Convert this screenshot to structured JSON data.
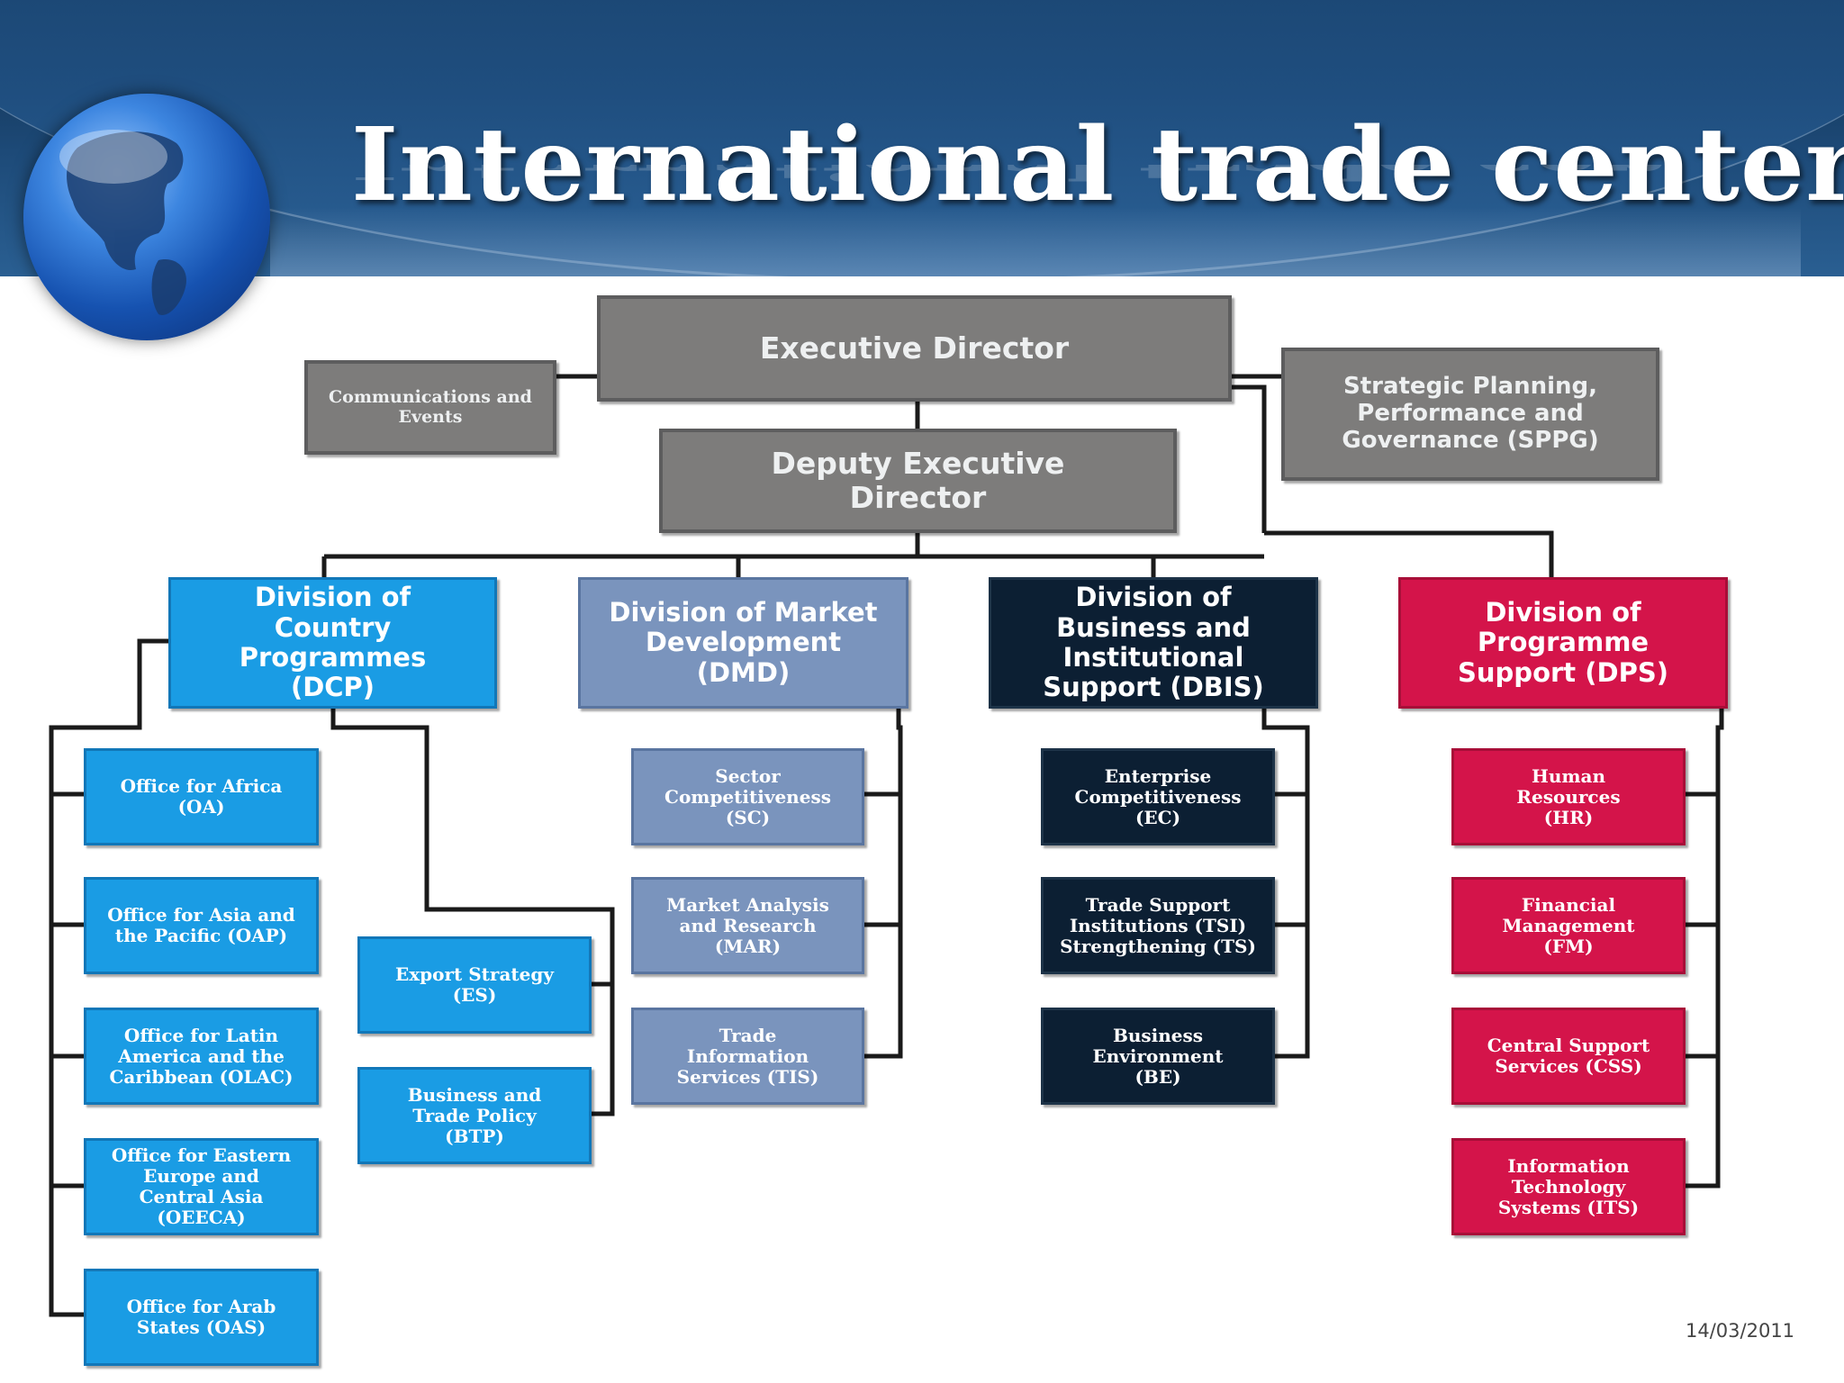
{
  "slide": {
    "title": "International trade center",
    "date": "14/03/2011"
  },
  "chart": {
    "executive": "Executive Director",
    "deputy": "Deputy Executive Director",
    "communications": "Communications and Events",
    "sppg": "Strategic Planning, Performance and Governance (SPPG)",
    "divisions": [
      {
        "name": "Division of Country Programmes (DCP)",
        "units": [
          "Office for Africa (OA)",
          "Office for Asia and the Pacific (OAP)",
          "Office for Latin America and the Caribbean (OLAC)",
          "Office for Eastern Europe and Central Asia (OEECA)",
          "Office for Arab States (OAS)"
        ],
        "subunits": [
          "Export Strategy (ES)",
          "Business and Trade Policy (BTP)"
        ]
      },
      {
        "name": "Division of Market Development (DMD)",
        "units": [
          "Sector Competitiveness (SC)",
          "Market Analysis and Research (MAR)",
          "Trade Information Services (TIS)"
        ]
      },
      {
        "name": "Division of Business and Institutional Support (DBIS)",
        "units": [
          "Enterprise Competitiveness (EC)",
          "Trade Support Institutions (TSI) Strengthening (TS)",
          "Business Environment (BE)"
        ]
      },
      {
        "name": "Division of Programme Support (DPS)",
        "units": [
          "Human Resources (HR)",
          "Financial Management (FM)",
          "Central Support Services (CSS)",
          "Information Technology Systems (ITS)"
        ]
      }
    ]
  },
  "colors": {
    "header": "#1d4a78",
    "gray": "#7d7c7b",
    "dcp": "#1a9ce4",
    "dmd": "#7a94bd",
    "dbis": "#0c1f33",
    "dps": "#d4144a"
  }
}
